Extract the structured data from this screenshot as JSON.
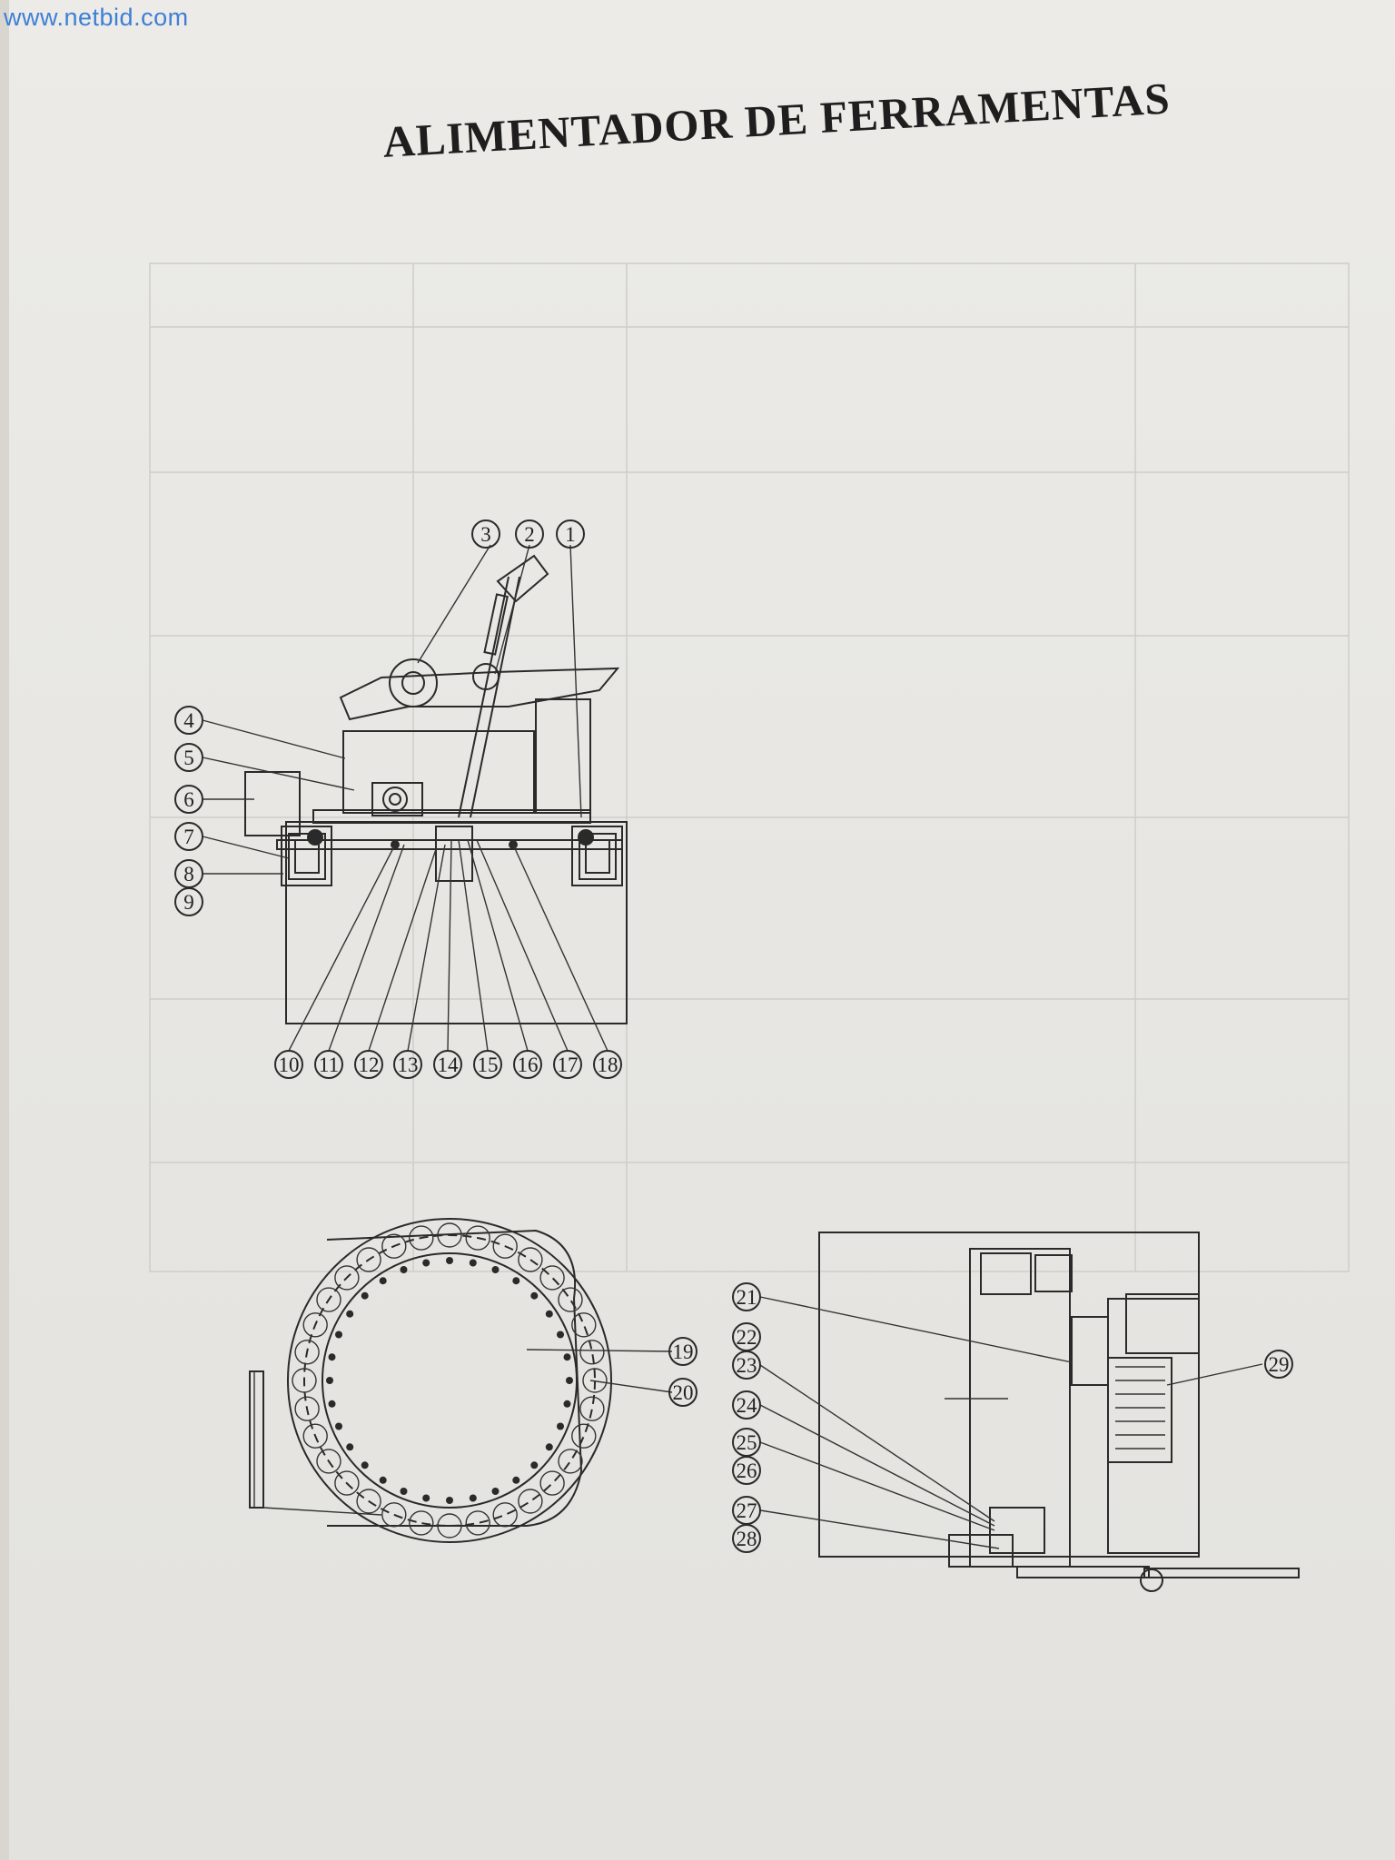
{
  "watermark": "www.netbid.com",
  "title": "ALIMENTADOR DE FERRAMENTAS",
  "callouts": {
    "c1": "1",
    "c2": "2",
    "c3": "3",
    "c4": "4",
    "c5": "5",
    "c6": "6",
    "c7": "7",
    "c8": "8",
    "c9": "9",
    "c10": "10",
    "c11": "11",
    "c12": "12",
    "c13": "13",
    "c14": "14",
    "c15": "15",
    "c16": "16",
    "c17": "17",
    "c18": "18",
    "c19": "19",
    "c20": "20",
    "c21": "21",
    "c22": "22",
    "c23": "23",
    "c24": "24",
    "c25": "25",
    "c26": "26",
    "c27": "27",
    "c28": "28",
    "c29": "29"
  },
  "colors": {
    "paper": "#ebeae6",
    "ink": "#2a2a2a",
    "watermark": "#3d7fd6"
  }
}
